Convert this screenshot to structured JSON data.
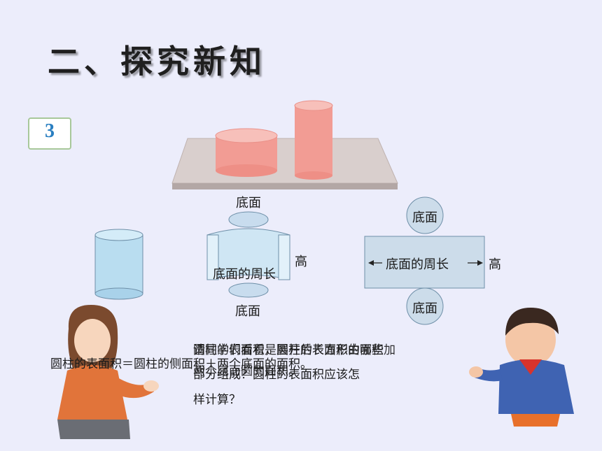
{
  "title": "二、探究新知",
  "badge": "3",
  "labels": {
    "bottom_top": "底面",
    "bottom_bottom": "底面",
    "circumference_wrap": "底面的周长",
    "height_wrap": "高",
    "circle_top": "底面",
    "circle_bottom": "底面",
    "circumference_rect": "底面的周长",
    "height_rect": "高"
  },
  "speech": {
    "formula": "圆柱的表面积＝圆柱的侧面积＋两个底面的面积。",
    "question_line1": "请同学们看看，圆柱的表面积由哪些",
    "question_line2": "部分组成？圆柱的表面积应该怎",
    "question_line3": "样计算？",
    "overlay_line1": "圆柱的表面积是展开后长方形的面积加",
    "overlay_line2": "两个底面圆的面积。"
  }
}
